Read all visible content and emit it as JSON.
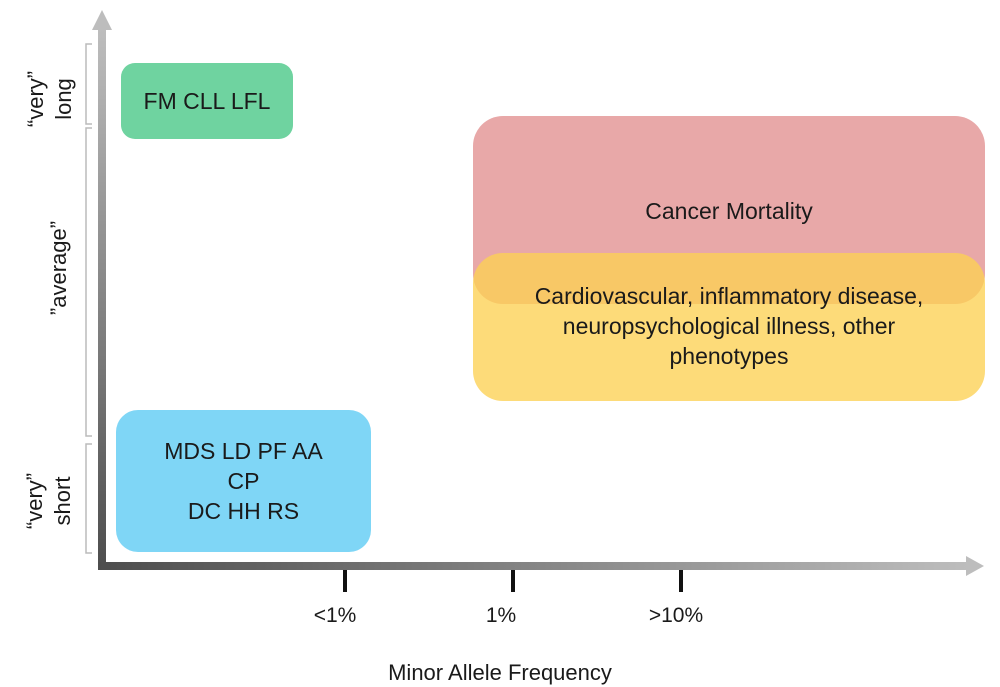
{
  "y_axis": {
    "very_long": [
      "“very”",
      "long"
    ],
    "average": "”average”",
    "very_short": [
      "“very”",
      "short"
    ]
  },
  "x_axis": {
    "title": "Minor Allele Frequency",
    "ticks": [
      "<1%",
      "1%",
      ">10%"
    ]
  },
  "boxes": {
    "long_group": {
      "lines": [
        "FM CLL LFL"
      ],
      "color": "#6fd3a0"
    },
    "short_group": {
      "lines": [
        "MDS LD PF AA",
        "CP",
        "DC HH RS"
      ],
      "color": "#7fd6f6"
    },
    "cancer": {
      "lines": [
        "Cancer Mortality"
      ],
      "color": "#e79797"
    },
    "other": {
      "lines": [
        "Cardiovascular, inflammatory disease,",
        "neuropsychological illness, other",
        "phenotypes"
      ],
      "color": "#fdd153"
    }
  }
}
